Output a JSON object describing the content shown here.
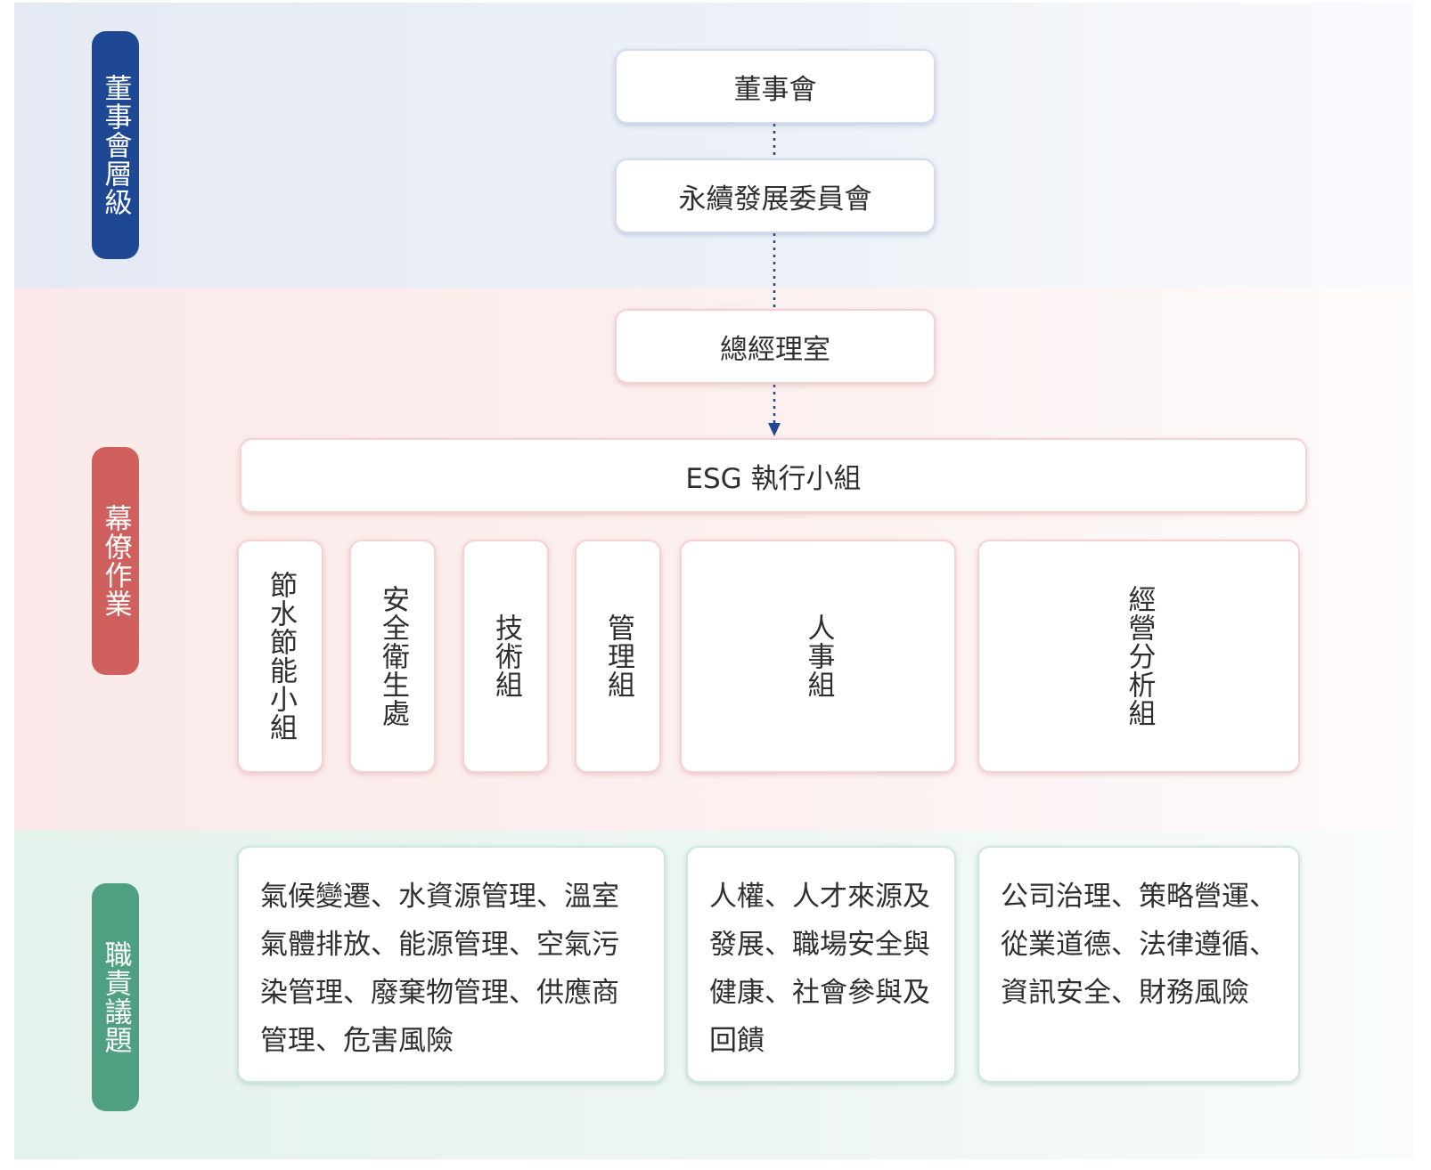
{
  "tiers": {
    "board": "董事會層級",
    "staff": "幕僚作業",
    "duty": "職責議題"
  },
  "nodes": {
    "board_of_directors": "董事會",
    "sustainability_committee": "永續發展委員會",
    "gm_office": "總經理室",
    "esg_team": "ESG 執行小組"
  },
  "groups": [
    "節水節能小組",
    "安全衛生處",
    "技術組",
    "管理組",
    "人事組",
    "經營分析組"
  ],
  "duties": [
    "氣候變遷、水資源管理、溫室氣體排放、能源管理、空氣污染管理、廢棄物管理、供應商管理、危害風險",
    "人權、人才來源及發展、職場安全與健康、社會參與及回饋",
    "公司治理、策略營運、從業道德、法律遵循、資訊安全、財務風險"
  ],
  "colors": {
    "board": "#1f4894",
    "staff": "#d0605d",
    "duty": "#4fa080",
    "connector": "#1f4894"
  }
}
